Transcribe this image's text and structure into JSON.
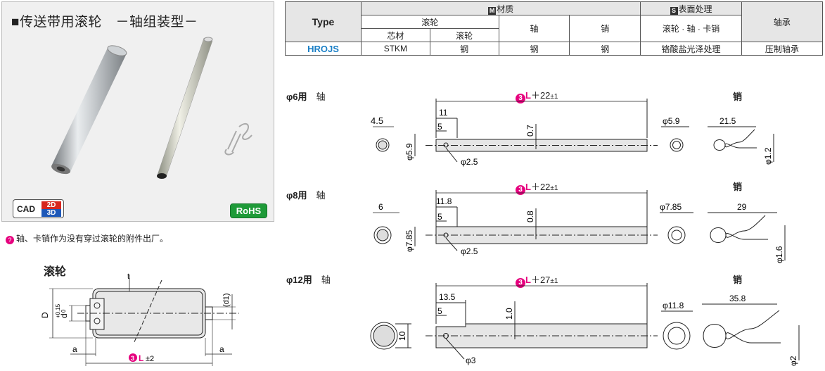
{
  "product": {
    "title": "■传送带用滚轮　－轴组装型－",
    "cad_label": "CAD",
    "cad_2d": "2D",
    "cad_3d": "3D",
    "rohs": "RoHS",
    "note": "轴、卡销作为没有穿过滚轮的附件出厂。",
    "roller_title": "滚轮"
  },
  "table": {
    "type_header": "Type",
    "material_mark": "M",
    "material_header": "材质",
    "surface_mark": "S",
    "surface_header": "表面处理",
    "bearing_header": "轴承",
    "roller_header": "滚轮",
    "core_header": "芯材",
    "roller_sub_header": "滚轮",
    "shaft_header": "轴",
    "pin_header": "销",
    "surface_sub_header": "滚轮 · 轴 · 卡销",
    "row": {
      "type": "HROJS",
      "core": "STKM",
      "roller": "钢",
      "shaft": "钢",
      "pin": "钢",
      "surface": "铬酸盐光泽处理",
      "bearing": "压制轴承"
    }
  },
  "roller_drawing": {
    "D": "D",
    "d": "d",
    "tol_upper": "+0.15",
    "tol_lower": "0",
    "t": "t",
    "d1": "(d1)",
    "a": "a",
    "L_num": "3",
    "L": "L",
    "L_tol": "±2"
  },
  "sections": [
    {
      "label": "φ6用",
      "shaft_word": "轴",
      "pin_word": "销",
      "L_num": "3",
      "L": "L",
      "L_extra": "＋22",
      "L_tol": "±1",
      "end_dim": "4.5",
      "dia": "φ5.9",
      "hole_pos": "11",
      "slot": "5",
      "flat": "0.7",
      "hole": "φ2.5",
      "end_dia": "φ5.9",
      "pin_len": "21.5",
      "pin_dia": "φ1.2"
    },
    {
      "label": "φ8用",
      "shaft_word": "轴",
      "pin_word": "销",
      "L_num": "3",
      "L": "L",
      "L_extra": "＋22",
      "L_tol": "±1",
      "end_dim": "6",
      "dia": "φ7.85",
      "hole_pos": "11.8",
      "slot": "5",
      "flat": "0.8",
      "hole": "φ2.5",
      "end_dia": "φ7.85",
      "pin_len": "29",
      "pin_dia": "φ1.6"
    },
    {
      "label": "φ12用",
      "shaft_word": "轴",
      "pin_word": "销",
      "L_num": "3",
      "L": "L",
      "L_extra": "＋27",
      "L_tol": "±1",
      "end_dim": "10",
      "dia": "",
      "hole_pos": "13.5",
      "slot": "5",
      "flat": "1.0",
      "hole": "φ3",
      "end_dia": "φ11.8",
      "pin_len": "35.8",
      "pin_dia": "φ2"
    }
  ]
}
